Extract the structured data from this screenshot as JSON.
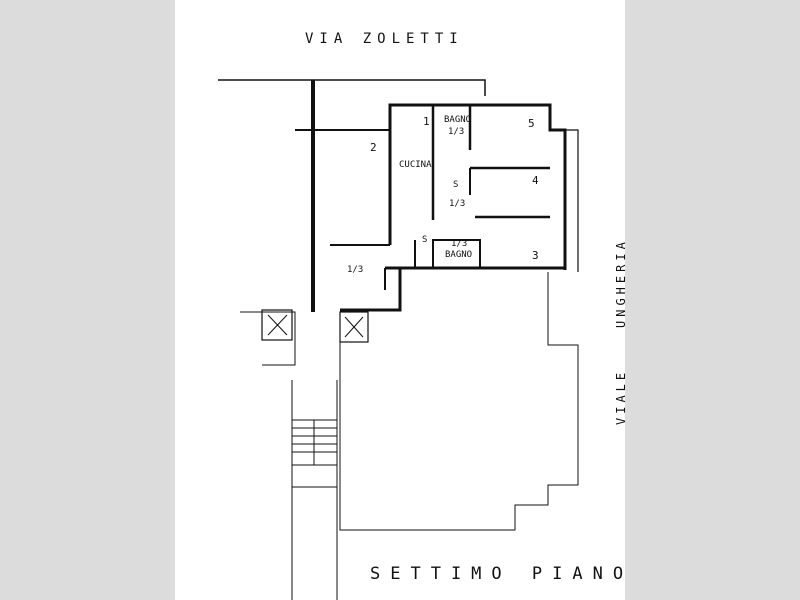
{
  "streets": {
    "top": "VIA ZOLETTI",
    "right_1": "UNGHERIA",
    "right_2": "VIALE"
  },
  "floor_title": "SETTIMO PIANO",
  "rooms": {
    "r1": "1",
    "r2": "2",
    "r3": "3",
    "r4": "4",
    "r5": "5",
    "kitchen": "CUCINA",
    "bath_upper": "BAGNO",
    "bath_lower": "BAGNO"
  },
  "marks": {
    "height_bath_upper": "1/3",
    "height_corridor": "1/3",
    "height_bath_lower": "1/3",
    "height_entry": "1/3",
    "s_upper": "S",
    "s_lower": "S"
  }
}
